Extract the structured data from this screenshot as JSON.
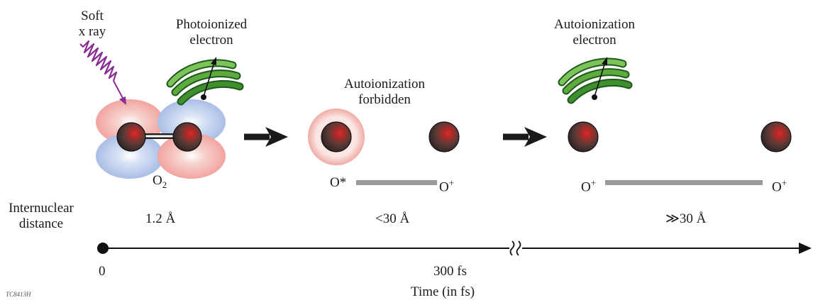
{
  "colors": {
    "xray": "#8a2c92",
    "electron_wave": "#3f8f2f",
    "atom": "#3a2a2a",
    "atom_highlight": "#e4262a",
    "orbital_red": "#f2a4a0",
    "orbital_blue": "#a9bee6",
    "separation_bar": "#9a9a9a",
    "arrow": "#1a1a1a"
  },
  "labels": {
    "soft_xray": [
      "Soft",
      "x ray"
    ],
    "photoionized": [
      "Photoionized",
      "electron"
    ],
    "autoionization_forbidden": [
      "Autoionization",
      "forbidden"
    ],
    "autoionization_electron": [
      "Autoionization",
      "electron"
    ],
    "molecule": "O",
    "molecule_sub": "2",
    "o_star": "O*",
    "o_plus_base": "O",
    "plus": "+",
    "internuclear": [
      "Internuclear",
      "distance"
    ],
    "dist_1": "1.2 Å",
    "dist_2": "<30 Å",
    "dist_3": "≫30 Å",
    "tick_0": "0",
    "tick_300": "300 fs",
    "time_axis": "Time (in fs)",
    "figure_code": "TC8413H"
  },
  "icons": {
    "xray": "xray-wave-icon",
    "electron": "electron-wave-icon",
    "process_arrow": "process-arrow-icon",
    "axis_break": "axis-break-icon"
  }
}
